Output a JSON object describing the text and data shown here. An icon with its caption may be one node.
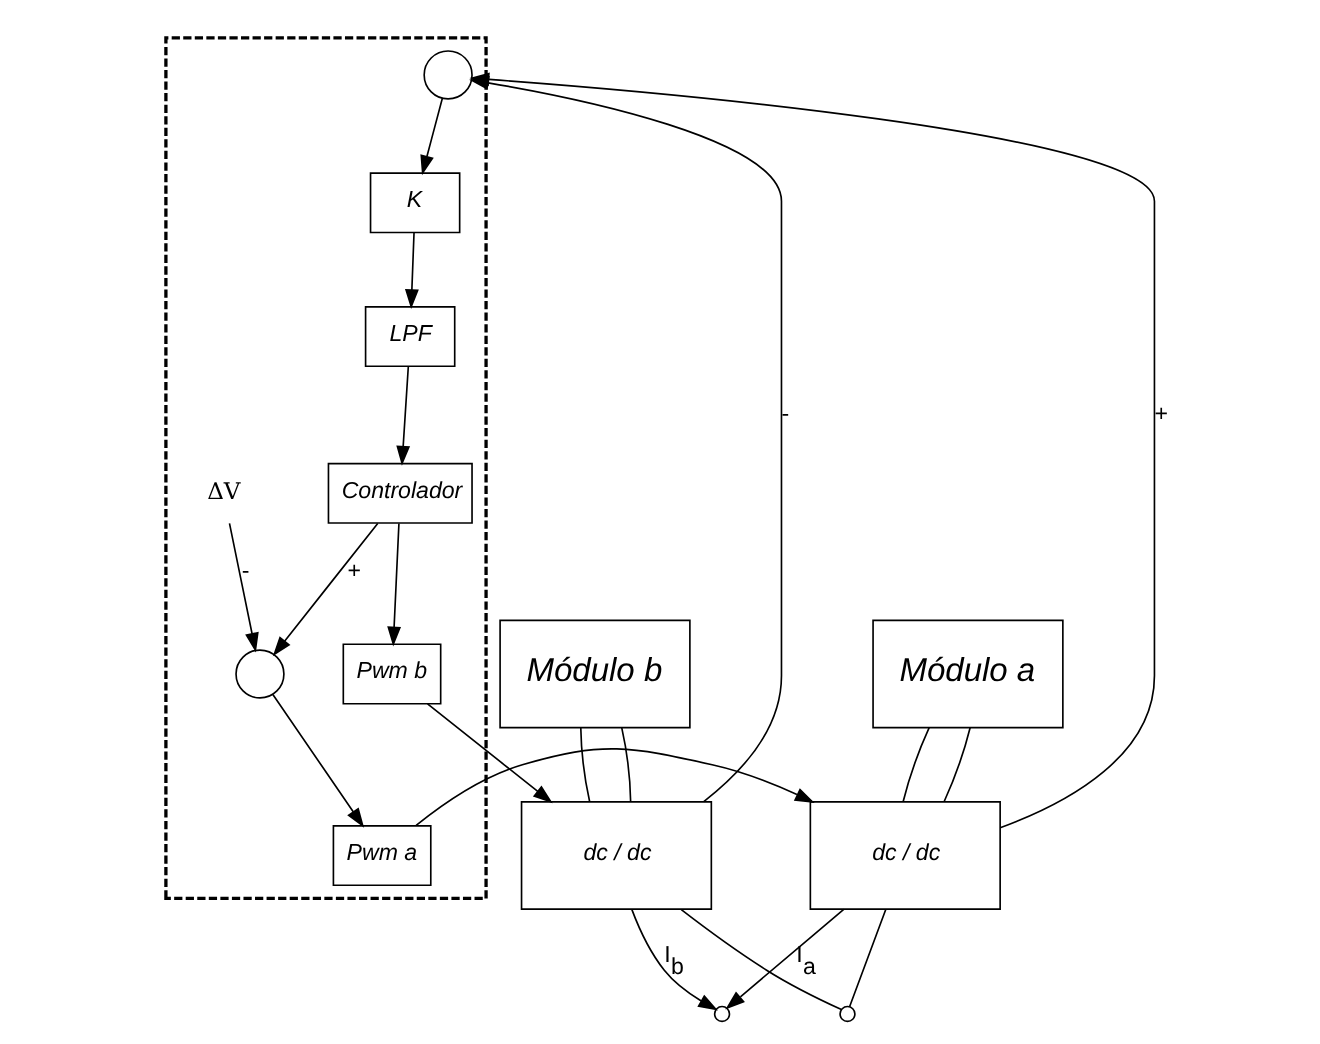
{
  "diagram": {
    "nodes": [
      {
        "text": [],
        "shape": "box"
      },
      {
        "text": [
          "Módulo a"
        ]
      },
      {
        "text": [
          "dc / dc"
        ]
      },
      {
        "text": [
          "Módulo b"
        ]
      },
      {
        "text": [
          "dc / dc"
        ]
      },
      {
        "text": [
          "Pwm b"
        ],
        "in": 0
      },
      {
        "text": [],
        "shape": "circle",
        "in": 0
      },
      {
        "text": [
          "K"
        ],
        "in": 0
      },
      {
        "text": [
          "LPF"
        ],
        "in": 0
      },
      {
        "text": [
          "Controlador"
        ],
        "in": 0
      },
      {
        "text": [],
        "shape": "circle",
        "in": 0
      },
      {
        "text": [
          "Pwm a"
        ],
        "in": 0
      },
      {
        "text": [],
        "shape": "circle"
      },
      {
        "text": [],
        "shape": "circle"
      },
      {
        "text": [
          "ΔV"
        ],
        "in": 0
      }
    ],
    "edges": [
      {
        "from": 1,
        "to": 2,
        "arrow": "none"
      },
      {
        "from": 1,
        "to": 2,
        "arrow": "none"
      },
      {
        "from": 3,
        "to": 4,
        "arrow": "none"
      },
      {
        "from": 3,
        "to": 4,
        "arrow": "none"
      },
      {
        "from": 2,
        "to": 12,
        "arrow": "to",
        "label": "I$_{a}$"
      },
      {
        "from": 4,
        "to": 12,
        "arrow": "to",
        "label": "I$_{b}$"
      },
      {
        "from": 2,
        "to": 13,
        "arrow": "none"
      },
      {
        "from": 4,
        "to": 13,
        "arrow": "none"
      },
      {
        "from": 2,
        "to": 6,
        "arrow": "to",
        "label": "+"
      },
      {
        "from": 4,
        "to": 6,
        "arrow": "to",
        "label": "-"
      },
      {
        "from": 6,
        "to": 7,
        "arrow": "to"
      },
      {
        "from": 7,
        "to": 8,
        "arrow": "to"
      },
      {
        "from": 8,
        "to": 9,
        "arrow": "to"
      },
      {
        "from": 9,
        "to": 10,
        "arrow": "to",
        "label": "+"
      },
      {
        "from": 14,
        "to": 10,
        "arrow": "to",
        "label": "-"
      },
      {
        "from": 10,
        "to": 11,
        "arrow": "to"
      },
      {
        "from": 9,
        "to": 5,
        "arrow": "to"
      },
      {
        "from": 5,
        "to": 4,
        "arrow": "to"
      },
      {
        "from": 11,
        "to": 2,
        "arrow": "to"
      }
    ]
  }
}
